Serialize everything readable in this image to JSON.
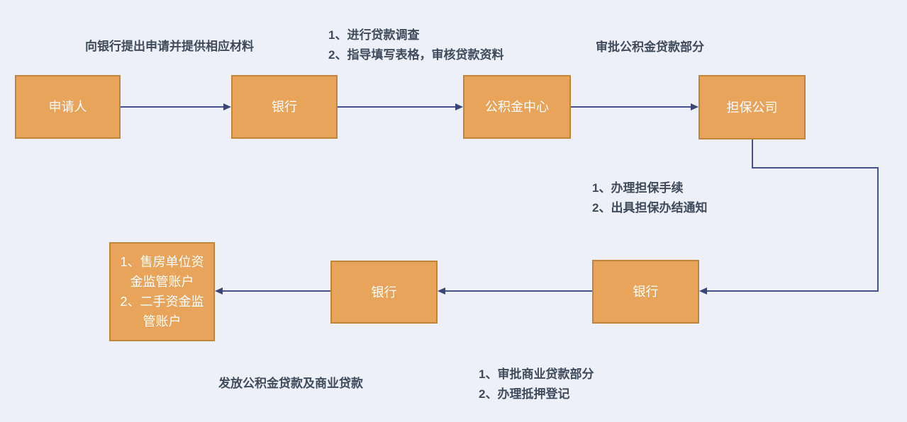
{
  "diagram": {
    "type": "flowchart",
    "colors": {
      "background": "#edf0f8",
      "node_fill": "#e9a45c",
      "node_border": "#c08539",
      "connector": "#47528e",
      "label_text": "#3f4a5a",
      "node_text": "#ffffff"
    },
    "nodes": [
      {
        "id": "applicant",
        "label": "申请人"
      },
      {
        "id": "bank-top",
        "label": "银行"
      },
      {
        "id": "fund-center",
        "label": "公积金中心"
      },
      {
        "id": "guarantee-company",
        "label": "担保公司"
      },
      {
        "id": "bank-bottom-right",
        "label": "银行"
      },
      {
        "id": "bank-bottom-middle",
        "label": "银行"
      },
      {
        "id": "supervision-accounts",
        "label": "1、售房单位资金监管账户\n2、二手资金监管账户"
      }
    ],
    "labels": [
      {
        "id": "apply-label",
        "text": "向银行提出申请并提供相应材料"
      },
      {
        "id": "loan-survey-label",
        "text": "1、进行贷款调查\n2、指导填写表格，审核贷款资料"
      },
      {
        "id": "approve-fund-label",
        "text": "审批公积金贷款部分"
      },
      {
        "id": "guarantee-label",
        "text": "1、办理担保手续\n2、出具担保办结通知"
      },
      {
        "id": "grant-loan-label",
        "text": "发放公积金贷款及商业贷款"
      },
      {
        "id": "commercial-loan-label",
        "text": "1、审批商业贷款部分\n2、办理抵押登记"
      }
    ],
    "edges": [
      {
        "from": "applicant",
        "to": "bank-top"
      },
      {
        "from": "bank-top",
        "to": "fund-center"
      },
      {
        "from": "fund-center",
        "to": "guarantee-company"
      },
      {
        "from": "guarantee-company",
        "to": "bank-bottom-right"
      },
      {
        "from": "bank-bottom-right",
        "to": "bank-bottom-middle"
      },
      {
        "from": "bank-bottom-middle",
        "to": "supervision-accounts"
      }
    ]
  }
}
